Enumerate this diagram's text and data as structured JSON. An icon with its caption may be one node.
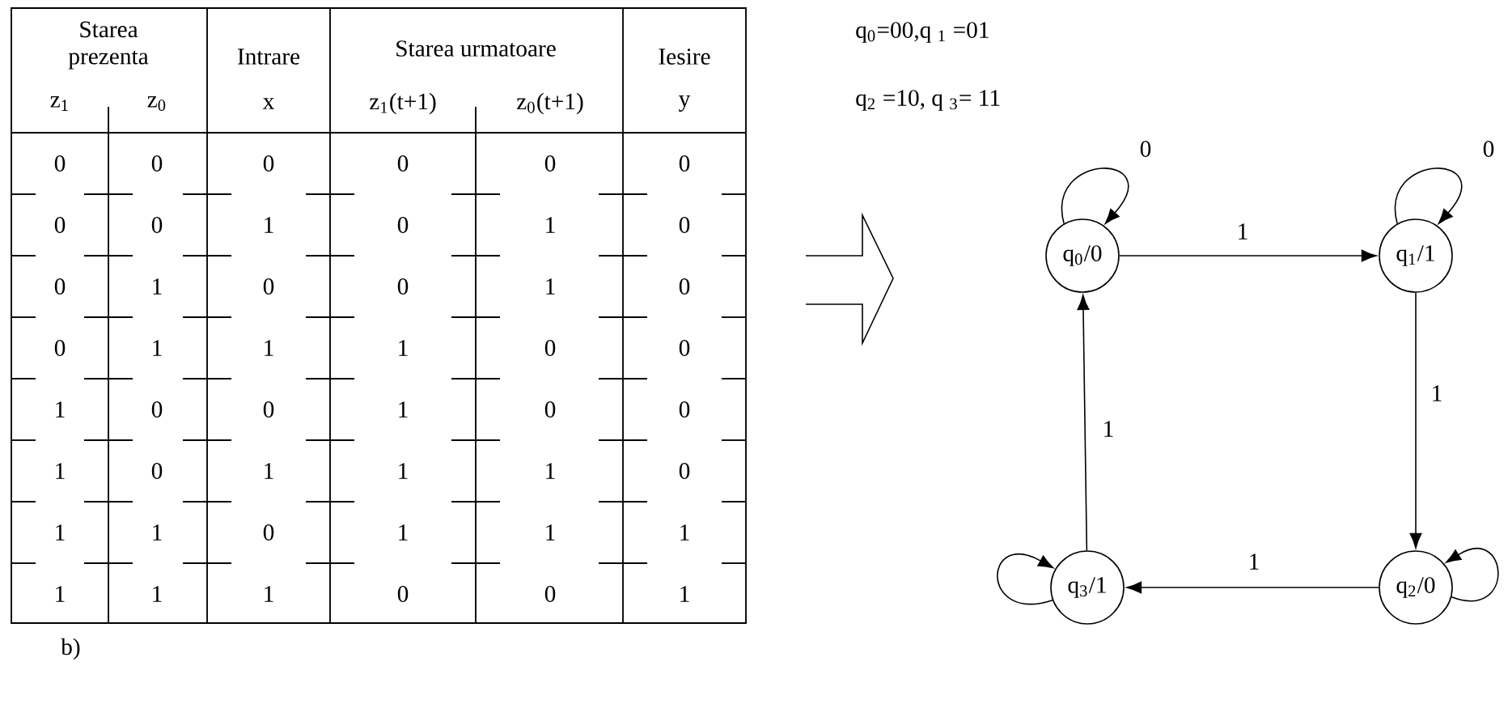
{
  "diagram": {
    "nodes": [
      {
        "text": [
          "q$_{0}$/0"
        ]
      },
      {
        "text": [
          "q$_{1}$/1"
        ]
      },
      {
        "text": [
          "q$_{2}$/0"
        ]
      },
      {
        "text": [
          "q$_{3}$/1"
        ]
      }
    ],
    "edges": [
      {
        "from": 0,
        "to": 0,
        "arrow": "to",
        "label": "0"
      },
      {
        "from": 0,
        "to": 1,
        "arrow": "to",
        "label": "1"
      },
      {
        "from": 1,
        "to": 1,
        "arrow": "to",
        "label": "0"
      },
      {
        "from": 1,
        "to": 2,
        "arrow": "to",
        "label": "1"
      },
      {
        "from": 2,
        "to": 2,
        "arrow": "to"
      },
      {
        "from": 2,
        "to": 3,
        "arrow": "to",
        "label": "1"
      },
      {
        "from": 3,
        "to": 3,
        "arrow": "to"
      },
      {
        "from": 3,
        "to": 0,
        "arrow": "to",
        "label": "1"
      }
    ],
    "labels": [
      "Starea prezenta",
      "Intrare",
      "Starea urmatoare",
      "Iesire",
      "z$_{1}$",
      "z$_{0}$",
      "x",
      "z$_{1}$(t+1)",
      "z$_{0}$(t+1)",
      "y",
      "0",
      "0",
      "0",
      "0",
      "0",
      "0",
      "0",
      "0",
      "1",
      "0",
      "1",
      "0",
      "0",
      "1",
      "0",
      "0",
      "1",
      "0",
      "0",
      "1",
      "1",
      "1",
      "0",
      "0",
      "1",
      "0",
      "0",
      "1",
      "0",
      "0",
      "1",
      "0",
      "1",
      "1",
      "1",
      "0",
      "1",
      "1",
      "0",
      "1",
      "1",
      "1",
      "1",
      "1",
      "1",
      "0",
      "0",
      "1",
      "q$_{0}$=00,q $_{1}$ =01",
      "q$_{2}$ =10, q $_{3}$= 11",
      "b)"
    ]
  }
}
